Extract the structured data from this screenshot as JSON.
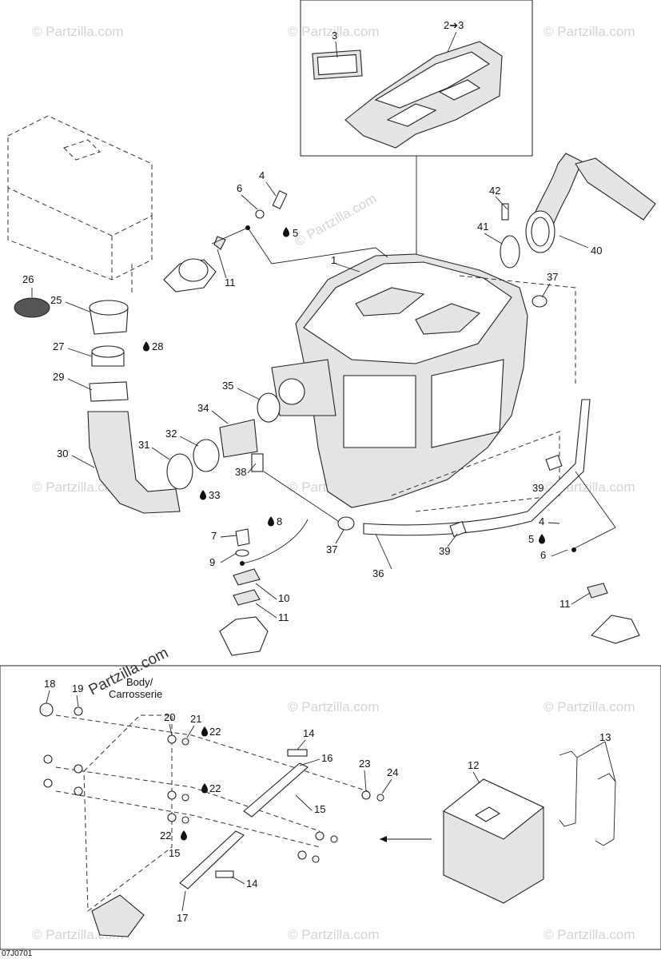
{
  "watermark": {
    "text": "© Partzilla.com",
    "brand": "Partzilla.com"
  },
  "drawing_code": "07J0701",
  "body_label": {
    "line1": "Body/",
    "line2": "Carrosserie"
  },
  "callouts": {
    "c1": "1",
    "c2to3": "2➔3",
    "c3": "3",
    "c4a": "4",
    "c4b": "4",
    "c5a": "5",
    "c5b": "5",
    "c6a": "6",
    "c6b": "6",
    "c7": "7",
    "c8": "8",
    "c9": "9",
    "c10": "10",
    "c11a": "11",
    "c11b": "11",
    "c11c": "11",
    "c12": "12",
    "c13": "13",
    "c14a": "14",
    "c14b": "14",
    "c15a": "15",
    "c15b": "15",
    "c16": "16",
    "c17": "17",
    "c18": "18",
    "c19": "19",
    "c20": "20",
    "c21": "21",
    "c22a": "22",
    "c22b": "22",
    "c22c": "22",
    "c23": "23",
    "c24": "24",
    "c25": "25",
    "c26": "26",
    "c27": "27",
    "c28": "28",
    "c29": "29",
    "c30": "30",
    "c31": "31",
    "c32": "32",
    "c33": "33",
    "c34": "34",
    "c35": "35",
    "c36": "36",
    "c37a": "37",
    "c37b": "37",
    "c38": "38",
    "c39a": "39",
    "c39b": "39",
    "c40": "40",
    "c41": "41",
    "c42": "42"
  },
  "colors": {
    "line": "#222222",
    "watermark": "#d4d4d4",
    "background": "#ffffff"
  }
}
